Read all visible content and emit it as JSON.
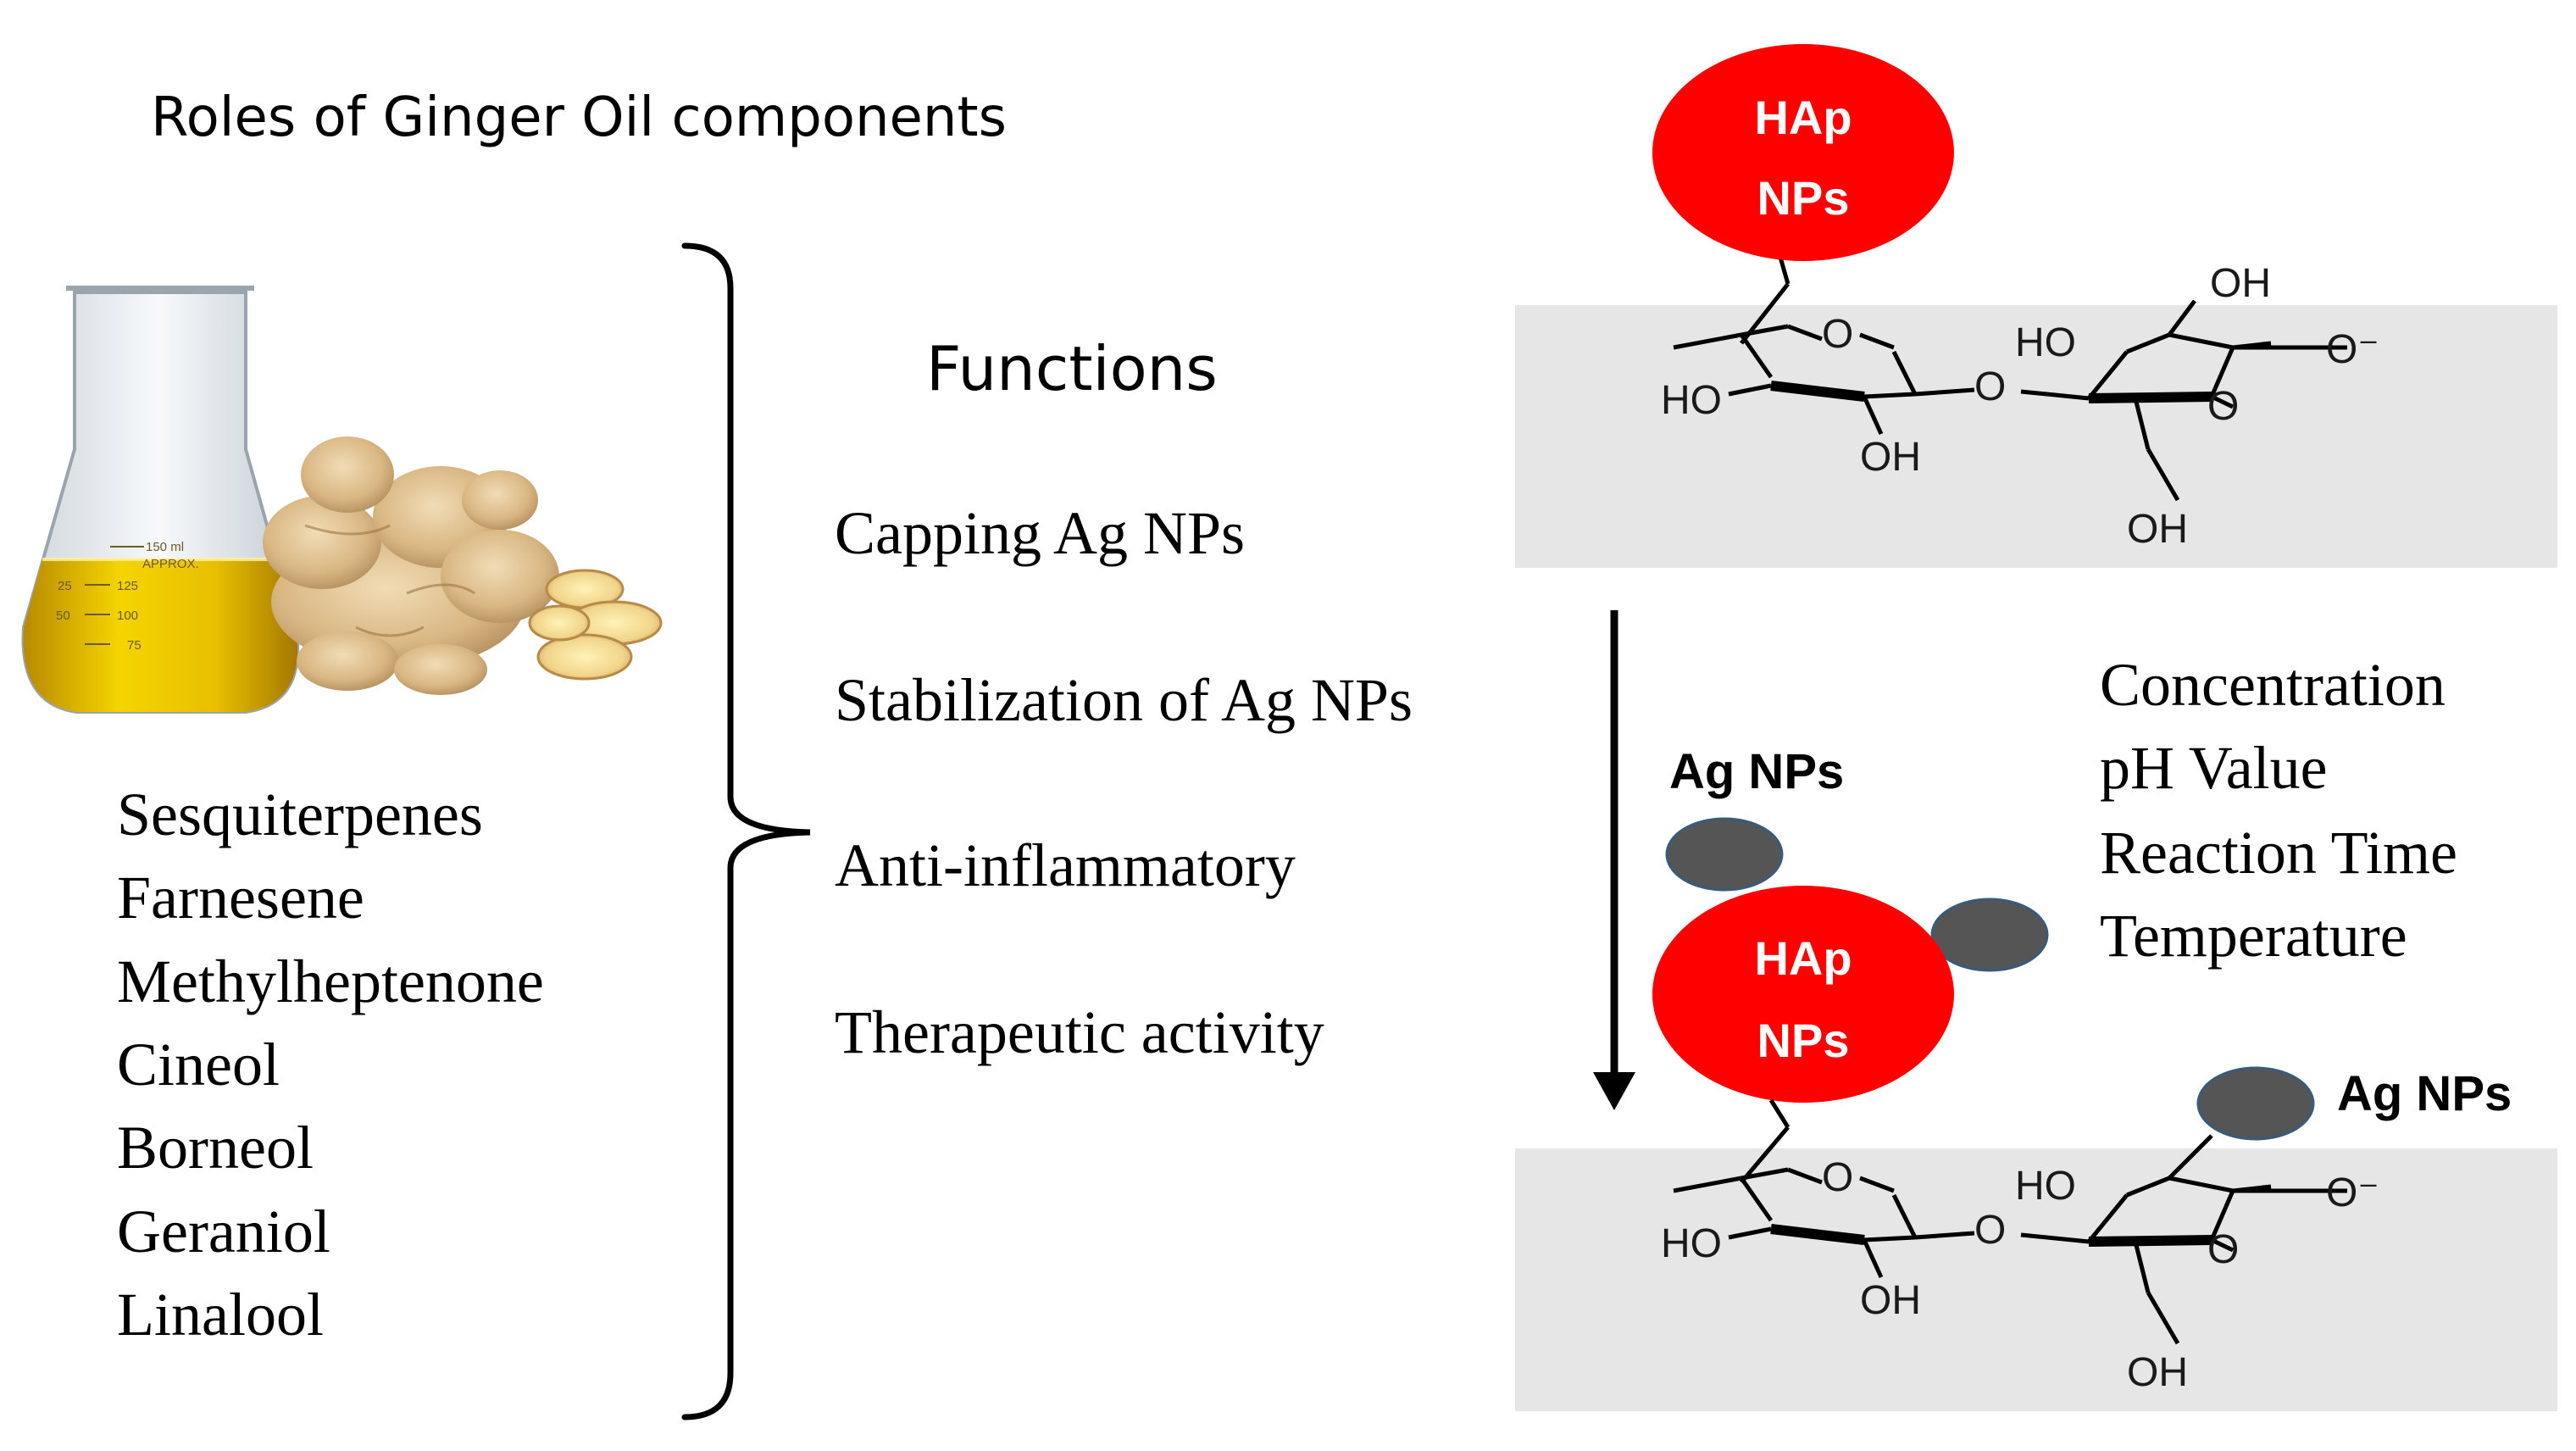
{
  "title": "Roles of Ginger Oil components",
  "functions_heading": "Functions",
  "components": [
    "Sesquiterpenes",
    "Farnesene",
    "Methylheptenone",
    "Cineol",
    "Borneol",
    "Geraniol",
    "Linalool"
  ],
  "functions": [
    "Capping Ag NPs",
    "Stabilization of Ag NPs",
    "Anti-inflammatory",
    "Therapeutic activity"
  ],
  "conditions": [
    "Concentration",
    "pH Value",
    "Reaction Time",
    "Temperature"
  ],
  "hap_top": {
    "line1": "HAp",
    "line2": "NPs"
  },
  "hap_bottom": {
    "line1": "HAp",
    "line2": "NPs"
  },
  "ag_label_left": "Ag NPs",
  "ag_label_right": "Ag NPs",
  "chem_top": {
    "o_ring1": "O",
    "ho_left": "HO",
    "oh_bottom1": "OH",
    "o_link": "O",
    "ho_mid": "HO",
    "oh_top": "OH",
    "o_ring2": "O",
    "o_minus": "O⁻",
    "oh_bottom2": "OH"
  },
  "chem_bottom": {
    "o_ring1": "O",
    "ho_left": "HO",
    "oh_bottom1": "OH",
    "o_link": "O",
    "ho_mid": "HO",
    "o_ring2": "O",
    "o_minus": "O⁻",
    "oh_bottom2": "OH"
  },
  "flask_marks": {
    "ml": "150 ml",
    "approx": "APPROX.",
    "m125": "125",
    "m100": "100",
    "m75": "75",
    "m25": "25",
    "m50": "50"
  },
  "colors": {
    "hap": "#ff0000",
    "ag": "#555555",
    "ag_stroke": "#3a5a7a",
    "panel": "#e6e6e6",
    "oil": "#e8c000"
  }
}
